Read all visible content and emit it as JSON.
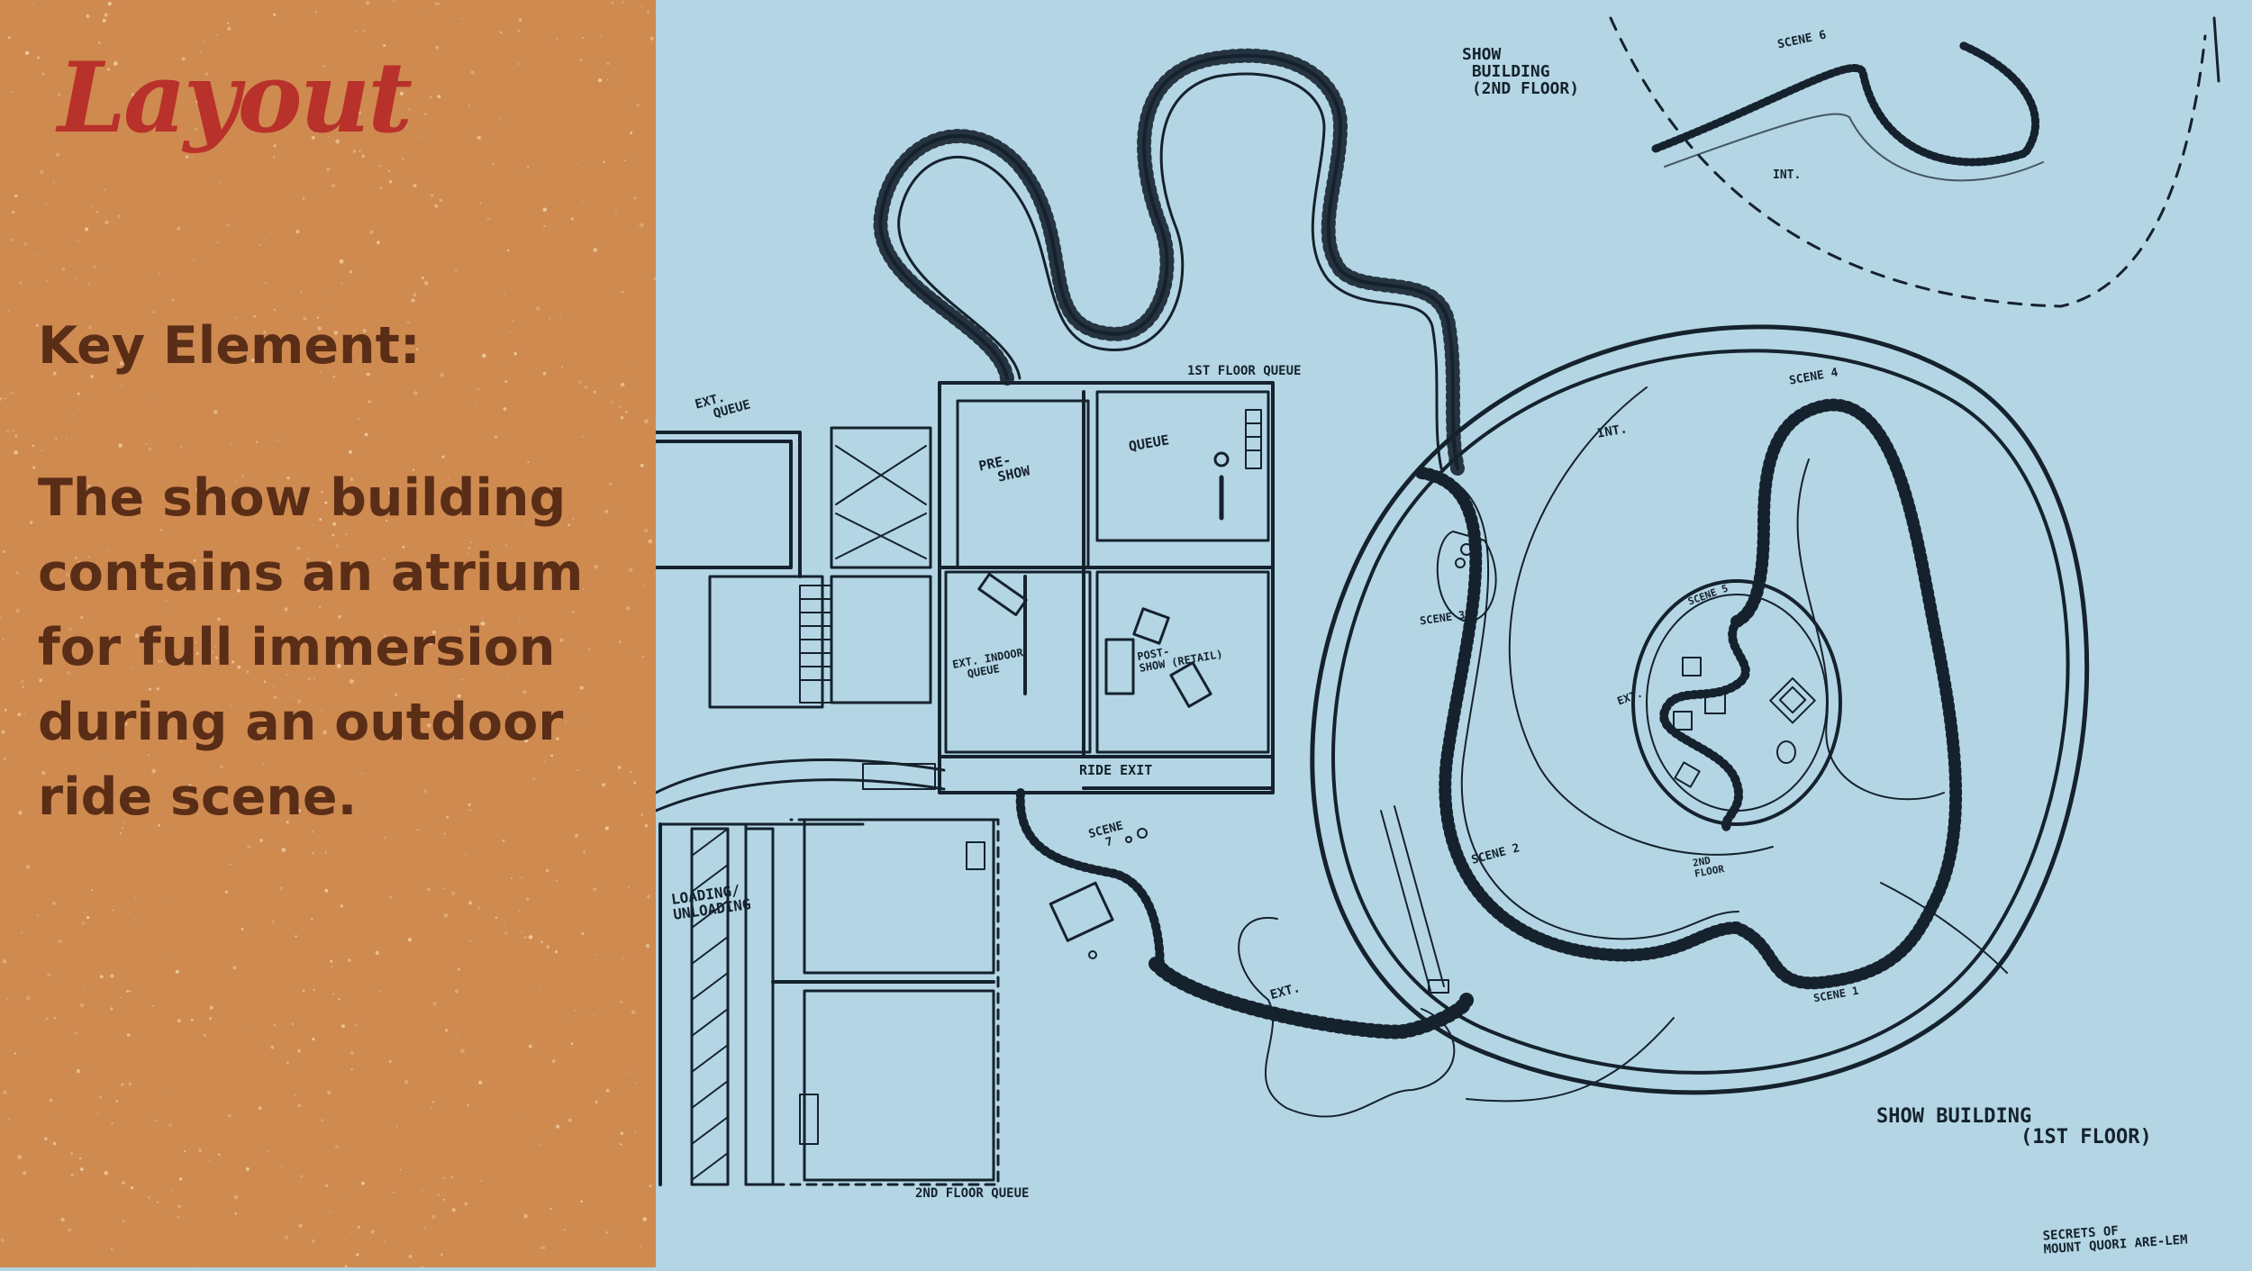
{
  "slide": {
    "title": "Layout",
    "key_label": "Key Element:",
    "description": "The show building contains an atrium for full immersion during an outdoor ride scene."
  },
  "sketch_labels": {
    "show_building_2nd_line1": "SHOW",
    "show_building_2nd_line2": "BUILDING",
    "show_building_2nd_line3": "(2ND FLOOR)",
    "scene_6": "SCENE 6",
    "int_top": "INT.",
    "first_floor_queue": "1ST FLOOR QUEUE",
    "ext_queue_line1": "EXT.",
    "ext_queue_line2": "QUEUE",
    "pre_show_line1": "PRE-",
    "pre_show_line2": "SHOW",
    "queue": "QUEUE",
    "ext_indoor_queue_line1": "EXT. INDOOR",
    "ext_indoor_queue_line2": "QUEUE",
    "post_show_line1": "POST-",
    "post_show_line2": "SHOW (RETAIL)",
    "ride_exit": "RIDE EXIT",
    "scene_7_line1": "SCENE",
    "scene_7_line2": "7",
    "loading_line1": "LOADING/",
    "loading_line2": "UNLOADING",
    "second_floor_queue": "2ND FLOOR QUEUE",
    "scene_4": "SCENE 4",
    "int_mid": "INT.",
    "scene_3": "SCENE 3",
    "scene_5": "SCENE 5",
    "ext_inner": "EXT.",
    "scene_2": "SCENE 2",
    "second_floor_small_line1": "2ND",
    "second_floor_small_line2": "FLOOR",
    "ext_bottom": "EXT.",
    "scene_1": "SCENE 1",
    "show_building_1st_line1": "SHOW BUILDING",
    "show_building_1st_line2": "(1ST FLOOR)",
    "credit_line1": "SECRETS OF",
    "credit_line2": "MOUNT QUORI ARE-LEM"
  },
  "colors": {
    "panel_bg": "#cf8a50",
    "title_color": "#b8312a",
    "text_color": "#5a2d16",
    "sketch_bg": "#b4d6e4",
    "ink": "#15222d"
  }
}
